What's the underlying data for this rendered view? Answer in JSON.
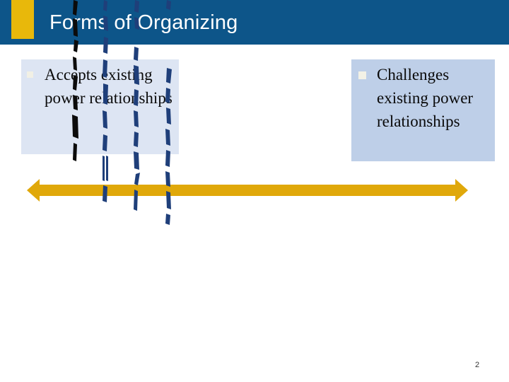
{
  "slide": {
    "title": "Forms of Organizing",
    "page_number": "2",
    "background_color": "#ffffff"
  },
  "header": {
    "band_color": "#0d5589",
    "accent_color": "#e8b80b",
    "title": "Forms of Organizing",
    "title_color": "#ffffff"
  },
  "content": {
    "left_box": {
      "background_color": "#dde5f3",
      "bullet_glyph": "square",
      "text": "Accepts existing power relationships"
    },
    "right_box": {
      "background_color": "#becfe8",
      "bullet_glyph": "square",
      "text": "Challenges existing power relationships"
    }
  },
  "arrow": {
    "name": "double-headed-horizontal-arrow",
    "color": "#e0a80a",
    "direction": "both"
  },
  "artifacts": {
    "description": "vertical scan streaks",
    "color_dark": "#101010",
    "color_navy": "#1f3f7a"
  }
}
